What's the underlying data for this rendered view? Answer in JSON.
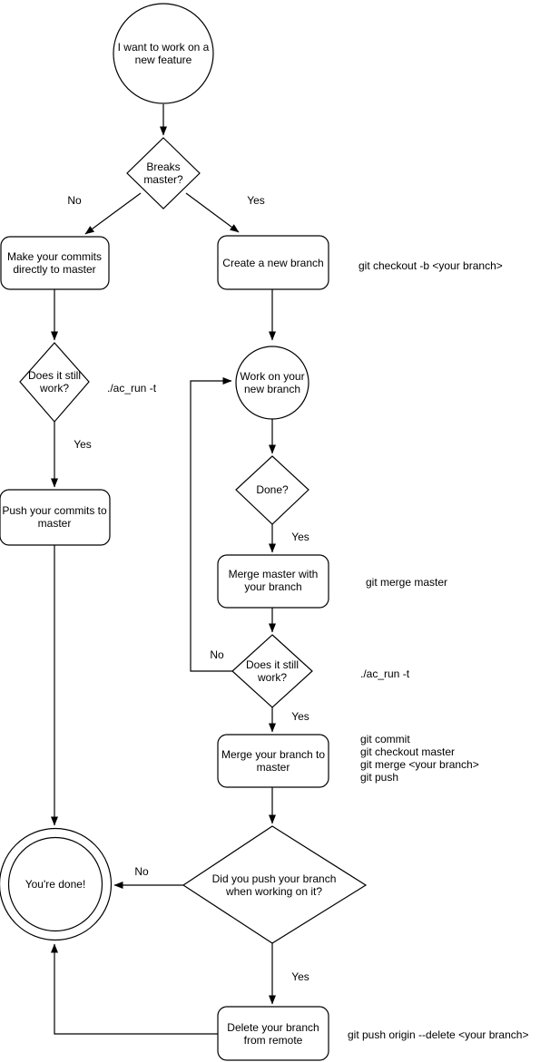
{
  "colors": {
    "stroke": "#000000",
    "fill": "#ffffff",
    "text": "#000000",
    "background": "#ffffff"
  },
  "nodes": {
    "start": "I want to work on a new feature",
    "breaks_master": "Breaks master?",
    "make_commits": "Make your commits directly to master",
    "create_branch": "Create a new branch",
    "does_it_work_1": "Does it still work?",
    "work_branch": "Work on your new branch",
    "push_commits": "Push your commits to master",
    "done_q": "Done?",
    "merge_master": "Merge master with your branch",
    "does_it_work_2": "Does it still work?",
    "merge_branch": "Merge your branch to master",
    "did_you_push": "Did you push your branch when working on it?",
    "youre_done": "You're done!",
    "delete_branch": "Delete your branch from remote"
  },
  "edge_labels": {
    "breaks_no": "No",
    "breaks_yes": "Yes",
    "work1_yes": "Yes",
    "done_yes": "Yes",
    "still2_no": "No",
    "still2_yes": "Yes",
    "push_no": "No",
    "push_yes": "Yes"
  },
  "annotations": {
    "checkout_cmd": "git checkout -b <your branch>",
    "ac_run_1": "./ac_run -t",
    "merge_master_cmd": "git merge master",
    "ac_run_2": "./ac_run -t",
    "merge_block": [
      "git commit",
      "git checkout master",
      "git merge <your branch>",
      "git push"
    ],
    "delete_cmd": "git push origin --delete <your branch>"
  }
}
